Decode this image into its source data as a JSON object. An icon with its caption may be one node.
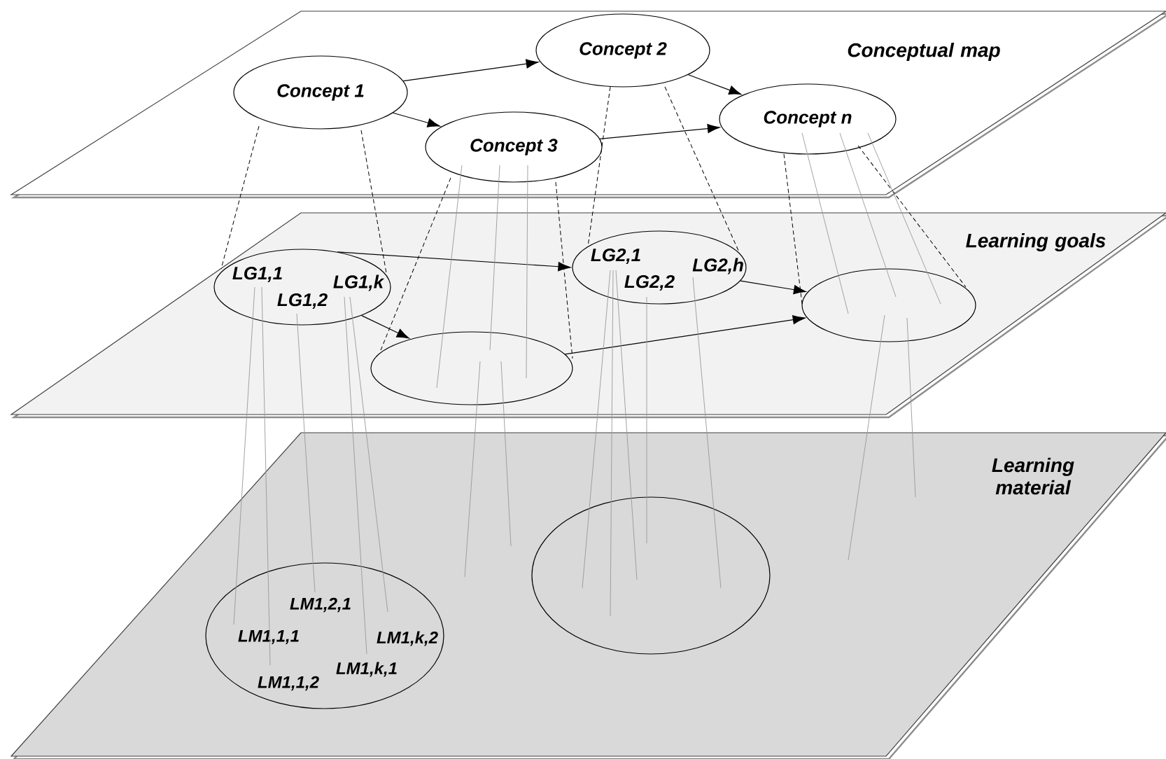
{
  "diagram": {
    "nodes": [
      {
        "text": [
          "Conceptual map"
        ]
      },
      {
        "text": [
          "Concept 1"
        ],
        "in": 0
      },
      {
        "text": [
          "Concept 2"
        ],
        "in": 0
      },
      {
        "text": [
          "Concept 3"
        ],
        "in": 0
      },
      {
        "text": [
          "Concept n"
        ],
        "in": 0
      },
      {
        "text": [
          "Learning goals"
        ]
      },
      {
        "text": [
          "LG1,1",
          "LG1,k",
          "LG1,2"
        ],
        "in": 5
      },
      {
        "text": [],
        "shape": "ellipse",
        "in": 5
      },
      {
        "text": [
          "LG2,1",
          "LG2,h",
          "LG2,2"
        ],
        "in": 5
      },
      {
        "text": [],
        "shape": "ellipse",
        "in": 5
      },
      {
        "text": [
          "Learning material"
        ]
      },
      {
        "text": [
          "LM1,2,1",
          "LM1,1,1",
          "LM1,k,2",
          "LM1,k,1",
          "LM1,1,2"
        ],
        "in": 10
      },
      {
        "text": [],
        "shape": "ellipse",
        "in": 10
      }
    ],
    "edges": [
      {
        "from": 1,
        "to": 2,
        "arrow": "to",
        "color": "#000000"
      },
      {
        "from": 1,
        "to": 3,
        "arrow": "to",
        "color": "#000000"
      },
      {
        "from": 2,
        "to": 4,
        "arrow": "to",
        "color": "#000000"
      },
      {
        "from": 3,
        "to": 4,
        "arrow": "to",
        "color": "#000000"
      },
      {
        "from": 6,
        "to": 8,
        "arrow": "to",
        "color": "#000000"
      },
      {
        "from": 6,
        "to": 7,
        "arrow": "to",
        "color": "#000000"
      },
      {
        "from": 8,
        "to": 9,
        "arrow": "to",
        "color": "#000000"
      },
      {
        "from": 7,
        "to": 9,
        "arrow": "to",
        "color": "#000000"
      },
      {
        "from": 1,
        "to": 6,
        "arrow": "none",
        "style": "dashed",
        "color": "#000000"
      },
      {
        "from": 1,
        "to": 6,
        "arrow": "none",
        "style": "dashed",
        "color": "#000000"
      },
      {
        "from": 3,
        "to": 7,
        "arrow": "none",
        "style": "dashed",
        "color": "#000000"
      },
      {
        "from": 3,
        "to": 7,
        "arrow": "none",
        "style": "dashed",
        "color": "#000000"
      },
      {
        "from": 2,
        "to": 8,
        "arrow": "none",
        "style": "dashed",
        "color": "#000000"
      },
      {
        "from": 2,
        "to": 8,
        "arrow": "none",
        "style": "dashed",
        "color": "#000000"
      },
      {
        "from": 4,
        "to": 9,
        "arrow": "none",
        "style": "dashed",
        "color": "#000000"
      },
      {
        "from": 4,
        "to": 9,
        "arrow": "none",
        "style": "dashed",
        "color": "#000000"
      },
      {
        "from": 3,
        "to": 7,
        "arrow": "none"
      },
      {
        "from": 3,
        "to": 7,
        "arrow": "none"
      },
      {
        "from": 3,
        "to": 7,
        "arrow": "none"
      },
      {
        "from": 4,
        "to": 9,
        "arrow": "none"
      },
      {
        "from": 4,
        "to": 9,
        "arrow": "none"
      },
      {
        "from": 4,
        "to": 9,
        "arrow": "none"
      },
      {
        "from": 6,
        "to": 11,
        "arrow": "none"
      },
      {
        "from": 6,
        "to": 11,
        "arrow": "none"
      },
      {
        "from": 6,
        "to": 11,
        "arrow": "none"
      },
      {
        "from": 6,
        "to": 11,
        "arrow": "none"
      },
      {
        "from": 6,
        "to": 11,
        "arrow": "none"
      },
      {
        "from": 7,
        "to": null,
        "arrow": "none"
      },
      {
        "from": 7,
        "to": null,
        "arrow": "none"
      },
      {
        "from": 8,
        "to": 12,
        "arrow": "none"
      },
      {
        "from": 8,
        "to": 12,
        "arrow": "none"
      },
      {
        "from": 8,
        "to": 12,
        "arrow": "none"
      },
      {
        "from": 8,
        "to": 12,
        "arrow": "none"
      },
      {
        "from": 8,
        "to": 12,
        "arrow": "none"
      },
      {
        "from": 9,
        "to": null,
        "arrow": "none"
      },
      {
        "from": 9,
        "to": null,
        "arrow": "none"
      }
    ]
  }
}
